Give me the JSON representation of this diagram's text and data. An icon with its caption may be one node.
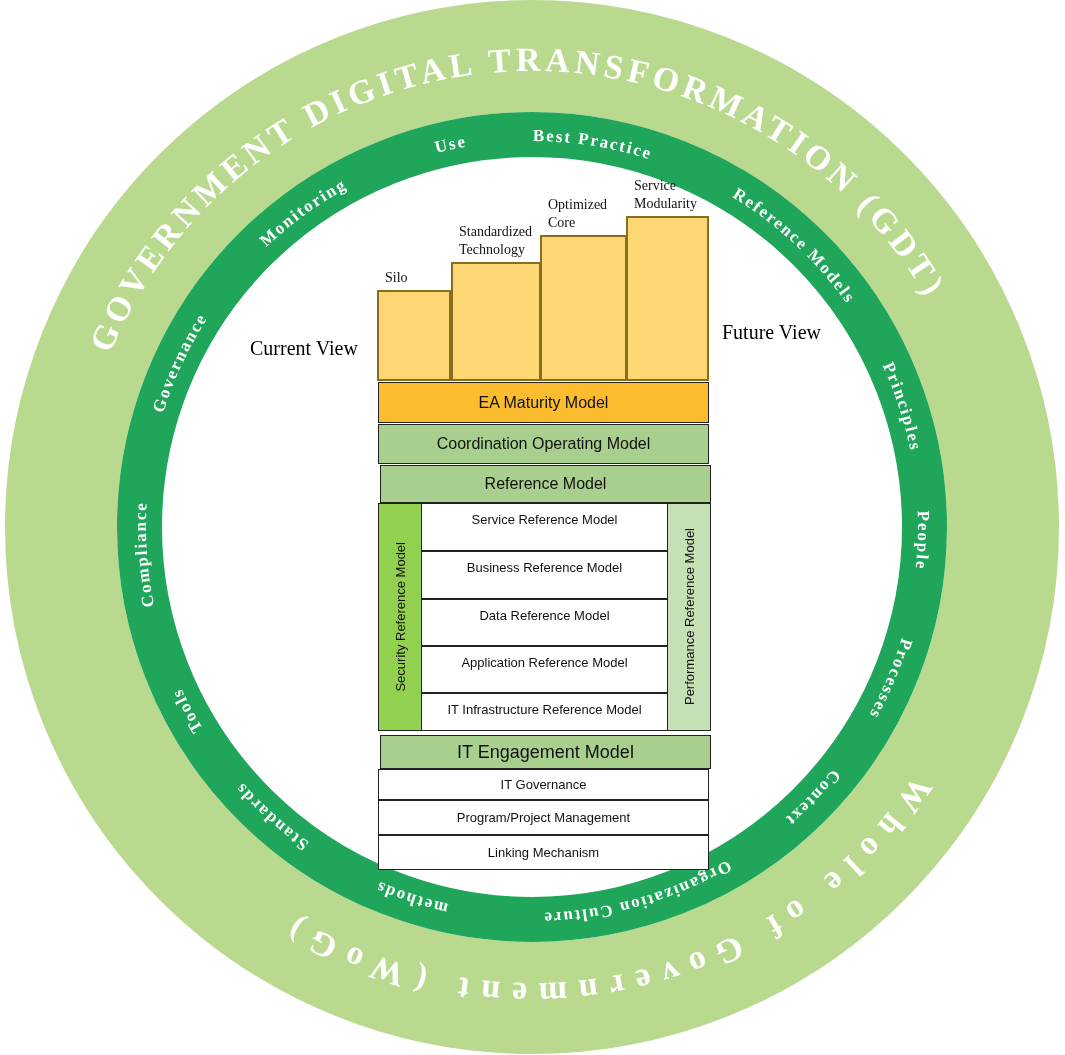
{
  "diagram": {
    "nodes": [
      {
        "text": [
          "Silo"
        ]
      },
      {
        "text": [
          "Standardized Technology"
        ]
      },
      {
        "text": [
          "Optimized Core"
        ]
      },
      {
        "text": [
          "Service Modularity"
        ]
      },
      {
        "text": [
          "EA Maturity Model"
        ]
      },
      {
        "text": [
          "Coordination Operating Model"
        ]
      },
      {
        "text": [
          "Reference Model"
        ]
      },
      {
        "text": [
          "Security Reference Model"
        ]
      },
      {
        "text": [
          "Service Reference Model"
        ]
      },
      {
        "text": [
          "Business Reference Model"
        ]
      },
      {
        "text": [
          "Data Reference Model"
        ]
      },
      {
        "text": [
          "Application Reference Model"
        ]
      },
      {
        "text": [
          "IT Infrastructure Reference Model"
        ]
      },
      {
        "text": [
          "Performance Reference Model"
        ]
      },
      {
        "text": [
          "IT Engagement Model"
        ]
      },
      {
        "text": [
          "IT Governance"
        ]
      },
      {
        "text": [
          "Program/Project Management"
        ]
      },
      {
        "text": [
          "Linking Mechanism"
        ]
      }
    ],
    "labels": [
      "GOVERNMENT DIGITAL TRANSFORMATION (GDT)",
      "Monitoring",
      "Use",
      "Best Practice",
      "Reference Models",
      "Governance",
      "Principles",
      "Current View",
      "Future View",
      "Compliance",
      "People",
      "Tools",
      "Processes",
      "Standards",
      "Context",
      "methods",
      "Organization Culture",
      "Whole of Government (WoG)"
    ]
  }
}
